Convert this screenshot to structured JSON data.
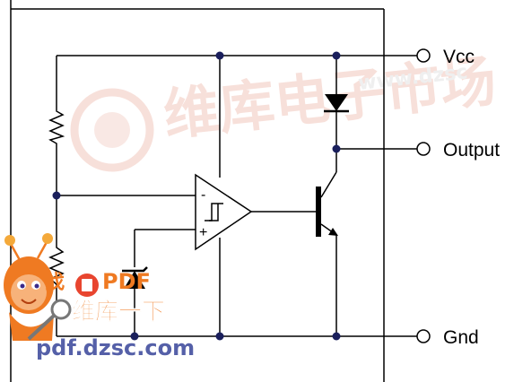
{
  "pins": {
    "vcc": "Vcc",
    "output": "Output",
    "gnd": "Gnd"
  },
  "opamp": {
    "minus": "-",
    "plus": "+"
  },
  "watermark": {
    "background_text": "维库电子市场",
    "background_url": "www.dzsc",
    "badge_line1": "找",
    "badge_pdf": "PDF",
    "badge_line2": "维库一下",
    "site": "pdf.dzsc.com"
  },
  "colors": {
    "wire": "#000000",
    "junction": "#1a1f5c",
    "watermark_light": "#f2c7bd",
    "watermark_orange": "#ef7a22",
    "watermark_blue": "#5560a8"
  }
}
